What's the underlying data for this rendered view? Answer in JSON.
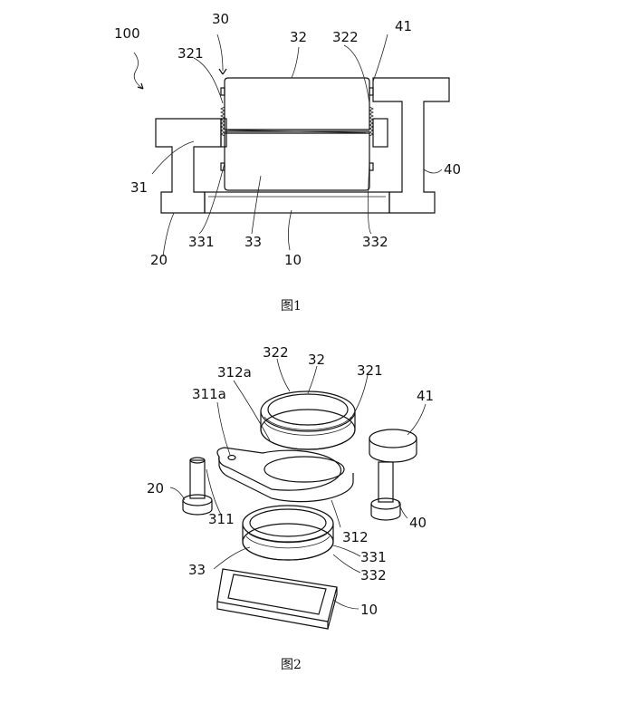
{
  "figure1": {
    "caption": "图1",
    "labels": {
      "l100": "100",
      "l30": "30",
      "l32": "32",
      "l322": "322",
      "l41": "41",
      "l321": "321",
      "l31": "31",
      "l40": "40",
      "l20": "20",
      "l331": "331",
      "l33": "33",
      "l10": "10",
      "l332": "332"
    }
  },
  "figure2": {
    "caption": "图2",
    "labels": {
      "l322": "322",
      "l32": "32",
      "l312a": "312a",
      "l321": "321",
      "l311a": "311a",
      "l41": "41",
      "l20": "20",
      "l311": "311",
      "l312": "312",
      "l40": "40",
      "l331": "331",
      "l33": "33",
      "l332": "332",
      "l10": "10"
    }
  }
}
